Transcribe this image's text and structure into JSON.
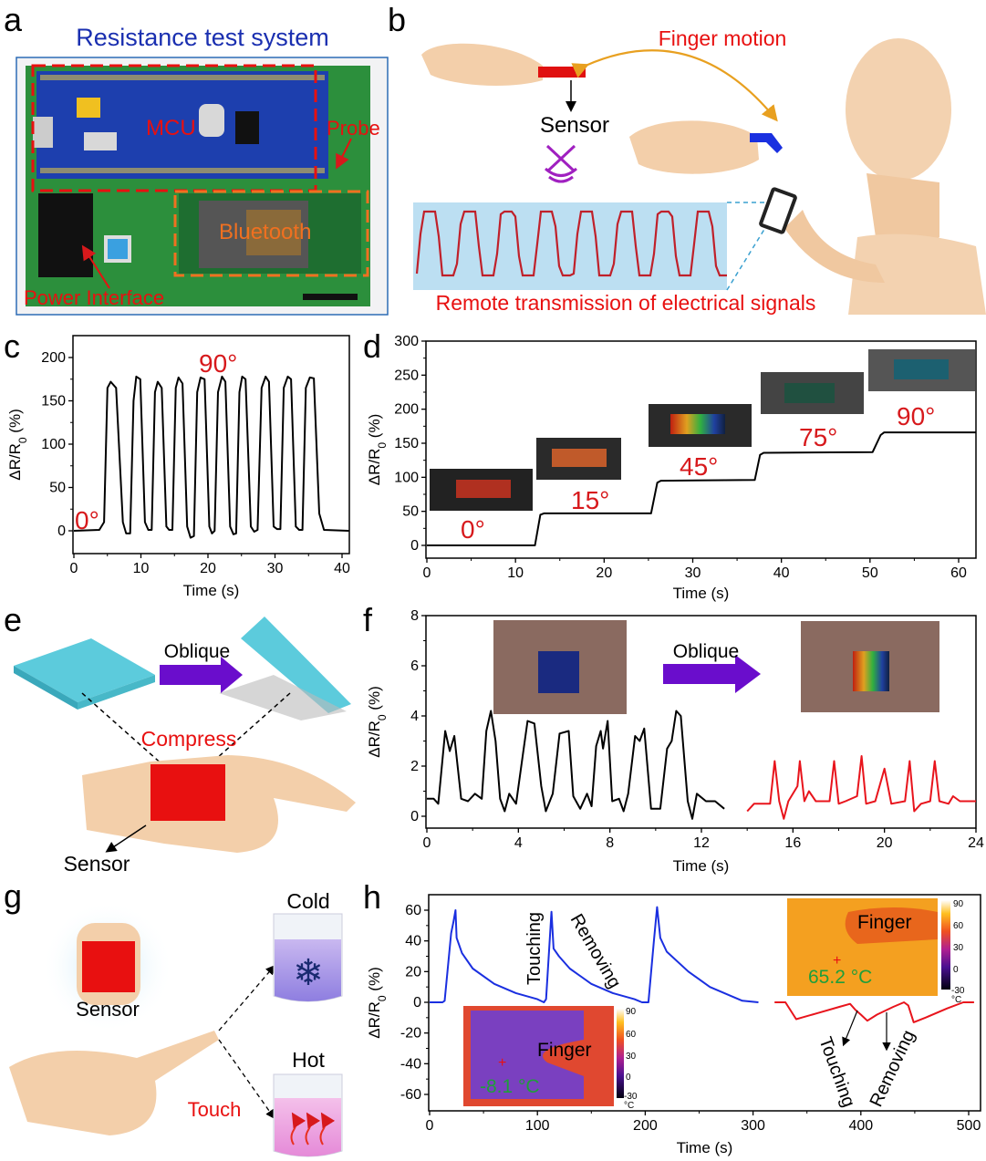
{
  "panels": {
    "a": {
      "label": "a",
      "title": "Resistance test system",
      "mcu": "MCU",
      "probe": "Probe",
      "bluetooth": "Bluetooth",
      "power": "Power Interface"
    },
    "b": {
      "label": "b",
      "finger_motion": "Finger motion",
      "sensor": "Sensor",
      "remote": "Remote transmission of electrical signals"
    },
    "c": {
      "label": "c"
    },
    "d": {
      "label": "d"
    },
    "e": {
      "label": "e",
      "oblique": "Oblique",
      "compress": "Compress",
      "sensor": "Sensor"
    },
    "f": {
      "label": "f",
      "oblique": "Oblique"
    },
    "g": {
      "label": "g",
      "cold": "Cold",
      "hot": "Hot",
      "sensor": "Sensor",
      "touch": "Touch"
    },
    "h": {
      "label": "h",
      "finger_hot": "Finger",
      "temp_hot": "65.2 °C",
      "finger_cold": "Finger",
      "temp_cold": "-8.1 °C",
      "colorbar_ticks": [
        "90",
        "60",
        "30",
        "0",
        "-30"
      ],
      "colorbar_unit": "°C"
    }
  },
  "colors": {
    "accent_red": "#d7191c",
    "title_blue": "#1a2fb0",
    "arrow_purple": "#6a0dcc",
    "slab_cyan": "#5ccbdc",
    "orange": "#e8a020"
  },
  "chart_data": [
    {
      "id": "c",
      "type": "line",
      "xlabel": "Time (s)",
      "ylabel_main": "ΔR/R",
      "ylabel_sub": "0",
      "ylabel_unit": " (%)",
      "xlim": [
        0,
        41
      ],
      "ylim": [
        -26,
        225
      ],
      "xticks": [
        0,
        10,
        20,
        30,
        40
      ],
      "yticks": [
        0,
        50,
        100,
        150,
        200
      ],
      "annotations": [
        "0°",
        "90°"
      ],
      "series": [
        {
          "color": "#000000",
          "points": [
            [
              0,
              0
            ],
            [
              3.8,
              1
            ],
            [
              4.5,
              10
            ],
            [
              5.0,
              165
            ],
            [
              5.5,
              172
            ],
            [
              6.3,
              165
            ],
            [
              7.3,
              10
            ],
            [
              7.8,
              -3
            ],
            [
              8.4,
              -3
            ],
            [
              8.9,
              150
            ],
            [
              9.3,
              178
            ],
            [
              9.9,
              175
            ],
            [
              10.6,
              10
            ],
            [
              11.1,
              1
            ],
            [
              11.6,
              1
            ],
            [
              12.1,
              160
            ],
            [
              12.5,
              172
            ],
            [
              13.1,
              165
            ],
            [
              13.8,
              5
            ],
            [
              14.2,
              1
            ],
            [
              14.7,
              1
            ],
            [
              15.2,
              165
            ],
            [
              15.6,
              177
            ],
            [
              16.2,
              170
            ],
            [
              16.9,
              5
            ],
            [
              17.4,
              -8
            ],
            [
              17.9,
              -6
            ],
            [
              18.4,
              160
            ],
            [
              18.9,
              177
            ],
            [
              19.5,
              175
            ],
            [
              20.2,
              5
            ],
            [
              20.6,
              -3
            ],
            [
              21.0,
              0
            ],
            [
              21.5,
              160
            ],
            [
              22.1,
              178
            ],
            [
              22.6,
              172
            ],
            [
              23.3,
              5
            ],
            [
              23.8,
              -4
            ],
            [
              24.2,
              -3
            ],
            [
              24.7,
              160
            ],
            [
              25.1,
              178
            ],
            [
              25.6,
              175
            ],
            [
              26.4,
              5
            ],
            [
              26.9,
              -1
            ],
            [
              27.4,
              1
            ],
            [
              28.0,
              165
            ],
            [
              28.6,
              178
            ],
            [
              29.1,
              172
            ],
            [
              29.8,
              5
            ],
            [
              30.3,
              2
            ],
            [
              30.8,
              2
            ],
            [
              31.3,
              165
            ],
            [
              31.9,
              178
            ],
            [
              32.4,
              175
            ],
            [
              33.1,
              5
            ],
            [
              33.6,
              1
            ],
            [
              34.1,
              1
            ],
            [
              34.6,
              165
            ],
            [
              35.2,
              177
            ],
            [
              35.8,
              176
            ],
            [
              36.6,
              20
            ],
            [
              37.3,
              1
            ],
            [
              41,
              0
            ]
          ]
        }
      ]
    },
    {
      "id": "d",
      "type": "line",
      "xlabel": "Time (s)",
      "ylabel_main": "ΔR/R",
      "ylabel_sub": "0",
      "ylabel_unit": " (%)",
      "xlim": [
        0,
        62
      ],
      "ylim": [
        -19,
        300
      ],
      "xticks": [
        0,
        10,
        20,
        30,
        40,
        50,
        60
      ],
      "yticks": [
        0,
        50,
        100,
        150,
        200,
        250,
        300
      ],
      "annotations": [
        "0°",
        "15°",
        "45°",
        "75°",
        "90°"
      ],
      "series": [
        {
          "color": "#000000",
          "points": [
            [
              0,
              0
            ],
            [
              12.2,
              0
            ],
            [
              12.8,
              45
            ],
            [
              13.2,
              47
            ],
            [
              25.3,
              47
            ],
            [
              26.0,
              92
            ],
            [
              26.4,
              95
            ],
            [
              37.0,
              96
            ],
            [
              37.6,
              133
            ],
            [
              38.0,
              136
            ],
            [
              50.3,
              137
            ],
            [
              51.2,
              162
            ],
            [
              51.6,
              166
            ],
            [
              62,
              166
            ]
          ]
        }
      ]
    },
    {
      "id": "f",
      "type": "line",
      "xlabel": "Time (s)",
      "ylabel_main": "ΔR/R",
      "ylabel_sub": "0",
      "ylabel_unit": " (%)",
      "xlim": [
        0,
        24
      ],
      "ylim": [
        -0.5,
        8
      ],
      "xticks": [
        0,
        4,
        8,
        12,
        16,
        20,
        24
      ],
      "yticks": [
        0,
        2,
        4,
        6,
        8
      ],
      "series": [
        {
          "color": "#000000",
          "points": [
            [
              0,
              0.7
            ],
            [
              0.3,
              0.7
            ],
            [
              0.5,
              0.5
            ],
            [
              0.8,
              3.4
            ],
            [
              1.0,
              2.6
            ],
            [
              1.2,
              3.2
            ],
            [
              1.5,
              0.7
            ],
            [
              1.8,
              0.6
            ],
            [
              2.1,
              0.9
            ],
            [
              2.4,
              0.7
            ],
            [
              2.6,
              3.4
            ],
            [
              2.8,
              4.2
            ],
            [
              3.0,
              3.0
            ],
            [
              3.2,
              0.7
            ],
            [
              3.4,
              0.2
            ],
            [
              3.6,
              0.9
            ],
            [
              3.9,
              0.5
            ],
            [
              4.2,
              2.5
            ],
            [
              4.4,
              3.8
            ],
            [
              4.7,
              3.7
            ],
            [
              5.0,
              1.2
            ],
            [
              5.2,
              0.2
            ],
            [
              5.5,
              0.9
            ],
            [
              5.8,
              3.3
            ],
            [
              6.2,
              3.4
            ],
            [
              6.4,
              0.8
            ],
            [
              6.7,
              0.3
            ],
            [
              7.0,
              0.9
            ],
            [
              7.2,
              0.4
            ],
            [
              7.4,
              2.8
            ],
            [
              7.6,
              3.4
            ],
            [
              7.7,
              2.7
            ],
            [
              7.9,
              3.8
            ],
            [
              8.1,
              0.6
            ],
            [
              8.4,
              0.7
            ],
            [
              8.6,
              0.2
            ],
            [
              8.8,
              0.9
            ],
            [
              9.1,
              3.2
            ],
            [
              9.3,
              3.0
            ],
            [
              9.5,
              3.5
            ],
            [
              9.8,
              0.3
            ],
            [
              10.2,
              0.3
            ],
            [
              10.5,
              2.7
            ],
            [
              10.7,
              3.0
            ],
            [
              10.9,
              4.2
            ],
            [
              11.1,
              4.0
            ],
            [
              11.4,
              0.6
            ],
            [
              11.6,
              -0.1
            ],
            [
              11.8,
              0.9
            ],
            [
              12.2,
              0.6
            ],
            [
              12.6,
              0.6
            ],
            [
              13.0,
              0.3
            ]
          ]
        },
        {
          "color": "#e8141c",
          "points": [
            [
              14.0,
              0.2
            ],
            [
              14.3,
              0.5
            ],
            [
              14.6,
              0.5
            ],
            [
              15.0,
              0.5
            ],
            [
              15.2,
              2.2
            ],
            [
              15.4,
              0.6
            ],
            [
              15.6,
              -0.1
            ],
            [
              15.8,
              0.6
            ],
            [
              16.2,
              1.2
            ],
            [
              16.3,
              2.2
            ],
            [
              16.5,
              0.6
            ],
            [
              16.7,
              1.0
            ],
            [
              17.0,
              0.6
            ],
            [
              17.6,
              0.6
            ],
            [
              17.8,
              2.2
            ],
            [
              18.0,
              0.5
            ],
            [
              18.3,
              0.6
            ],
            [
              18.8,
              0.8
            ],
            [
              19.0,
              2.4
            ],
            [
              19.2,
              0.5
            ],
            [
              19.6,
              0.6
            ],
            [
              20.0,
              1.9
            ],
            [
              20.3,
              0.5
            ],
            [
              20.9,
              0.6
            ],
            [
              21.1,
              2.2
            ],
            [
              21.3,
              0.2
            ],
            [
              21.6,
              0.5
            ],
            [
              22.0,
              0.6
            ],
            [
              22.2,
              2.2
            ],
            [
              22.4,
              0.6
            ],
            [
              22.8,
              0.5
            ],
            [
              23.0,
              0.8
            ],
            [
              23.3,
              0.6
            ],
            [
              24,
              0.6
            ]
          ]
        }
      ]
    },
    {
      "id": "h",
      "type": "line",
      "xlabel": "Time (s)",
      "ylabel_main": "ΔR/R",
      "ylabel_sub": "0",
      "ylabel_unit": " (%)",
      "xlim": [
        0,
        511
      ],
      "ylim": [
        -70,
        70
      ],
      "xticks": [
        0,
        100,
        200,
        300,
        400,
        500
      ],
      "yticks": [
        -60,
        -40,
        -20,
        0,
        20,
        40,
        60
      ],
      "annotations": [
        "Touching",
        "Removing",
        "Touching",
        "Removing"
      ],
      "series": [
        {
          "color": "#1a2fe0",
          "points": [
            [
              0,
              0
            ],
            [
              12,
              0
            ],
            [
              14,
              1
            ],
            [
              20,
              45
            ],
            [
              22,
              52
            ],
            [
              24,
              60
            ],
            [
              25,
              42
            ],
            [
              30,
              32
            ],
            [
              40,
              22
            ],
            [
              60,
              12
            ],
            [
              80,
              6
            ],
            [
              100,
              2
            ],
            [
              106,
              0
            ],
            [
              108,
              2
            ],
            [
              113,
              59
            ],
            [
              115,
              35
            ],
            [
              120,
              30
            ],
            [
              130,
              22
            ],
            [
              150,
              12
            ],
            [
              170,
              6
            ],
            [
              190,
              2
            ],
            [
              197,
              0
            ],
            [
              203,
              0
            ],
            [
              208,
              40
            ],
            [
              211,
              62
            ],
            [
              214,
              42
            ],
            [
              220,
              33
            ],
            [
              240,
              20
            ],
            [
              260,
              10
            ],
            [
              280,
              4
            ],
            [
              290,
              1
            ],
            [
              305,
              0
            ]
          ]
        },
        {
          "color": "#e8141c",
          "points": [
            [
              320,
              0
            ],
            [
              330,
              0
            ],
            [
              340,
              -11
            ],
            [
              345,
              -10
            ],
            [
              360,
              -7
            ],
            [
              380,
              -3
            ],
            [
              390,
              -1
            ],
            [
              395,
              -5
            ],
            [
              400,
              -8
            ],
            [
              406,
              -12
            ],
            [
              415,
              -8
            ],
            [
              430,
              -3
            ],
            [
              440,
              0
            ],
            [
              444,
              -2
            ],
            [
              449,
              -13
            ],
            [
              460,
              -10
            ],
            [
              480,
              -4
            ],
            [
              495,
              0
            ],
            [
              505,
              0
            ]
          ]
        }
      ]
    }
  ]
}
